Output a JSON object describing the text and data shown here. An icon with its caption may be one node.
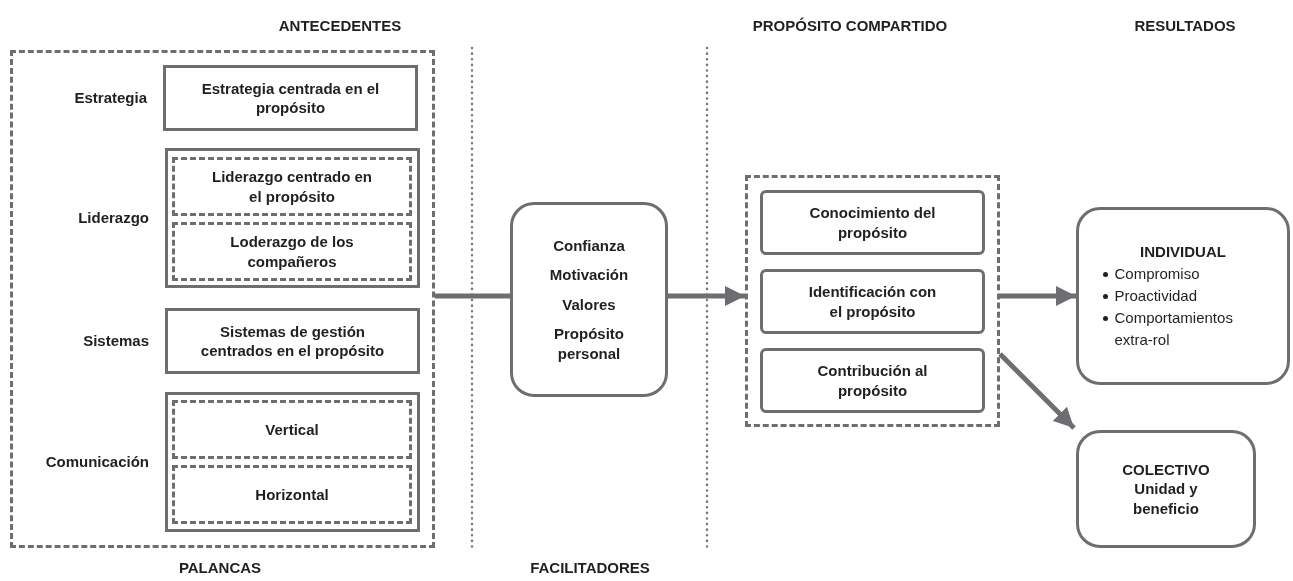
{
  "diagram": {
    "nodes": [
      {
        "text": [],
        "shape": "box"
      },
      {
        "text": [
          "Estrategia centrada en el propósito"
        ],
        "in": 0,
        "beside": [
          "Estrategia"
        ]
      },
      {
        "text": [],
        "shape": "box",
        "in": 0,
        "beside": [
          "Liderazgo"
        ]
      },
      {
        "text": [
          "Liderazgo centrado en el propósito"
        ],
        "in": 2
      },
      {
        "text": [
          "Loderazgo de los compañeros"
        ],
        "in": 2
      },
      {
        "text": [
          "Sistemas de gestión centrados en el propósito"
        ],
        "in": 0,
        "beside": [
          "Sistemas"
        ]
      },
      {
        "text": [],
        "shape": "box",
        "in": 0,
        "beside": [
          "Comunicación"
        ]
      },
      {
        "text": [
          "Vertical"
        ],
        "in": 6
      },
      {
        "text": [
          "Horizontal"
        ],
        "in": 6
      },
      {
        "text": [
          "Confianza",
          "Motivación",
          "Valores",
          "Propósito personal"
        ]
      },
      {
        "text": [],
        "shape": "box"
      },
      {
        "text": [
          "Conocimiento del propósito"
        ],
        "in": 10
      },
      {
        "text": [
          "Identificación con el propósito"
        ],
        "in": 10
      },
      {
        "text": [
          "Contribución al propósito"
        ],
        "in": 10
      },
      {
        "text": [
          "INDIVIDUAL",
          "Compromiso",
          "Proactividad",
          "Comportamientos extra-rol"
        ]
      },
      {
        "text": [
          "COLECTIVO",
          "Unidad y beneficio"
        ]
      }
    ],
    "edges": [
      {
        "from": 0,
        "to": 9,
        "arrow": "none"
      },
      {
        "from": 9,
        "to": 10,
        "arrow": "to"
      },
      {
        "from": 10,
        "to": 14,
        "arrow": "to"
      },
      {
        "from": 10,
        "to": 15,
        "arrow": "to"
      }
    ],
    "labels": [
      "ANTECEDENTES",
      "PROPÓSITO COMPARTIDO",
      "RESULTADOS",
      "PALANCAS",
      "FACILITADORES"
    ]
  }
}
